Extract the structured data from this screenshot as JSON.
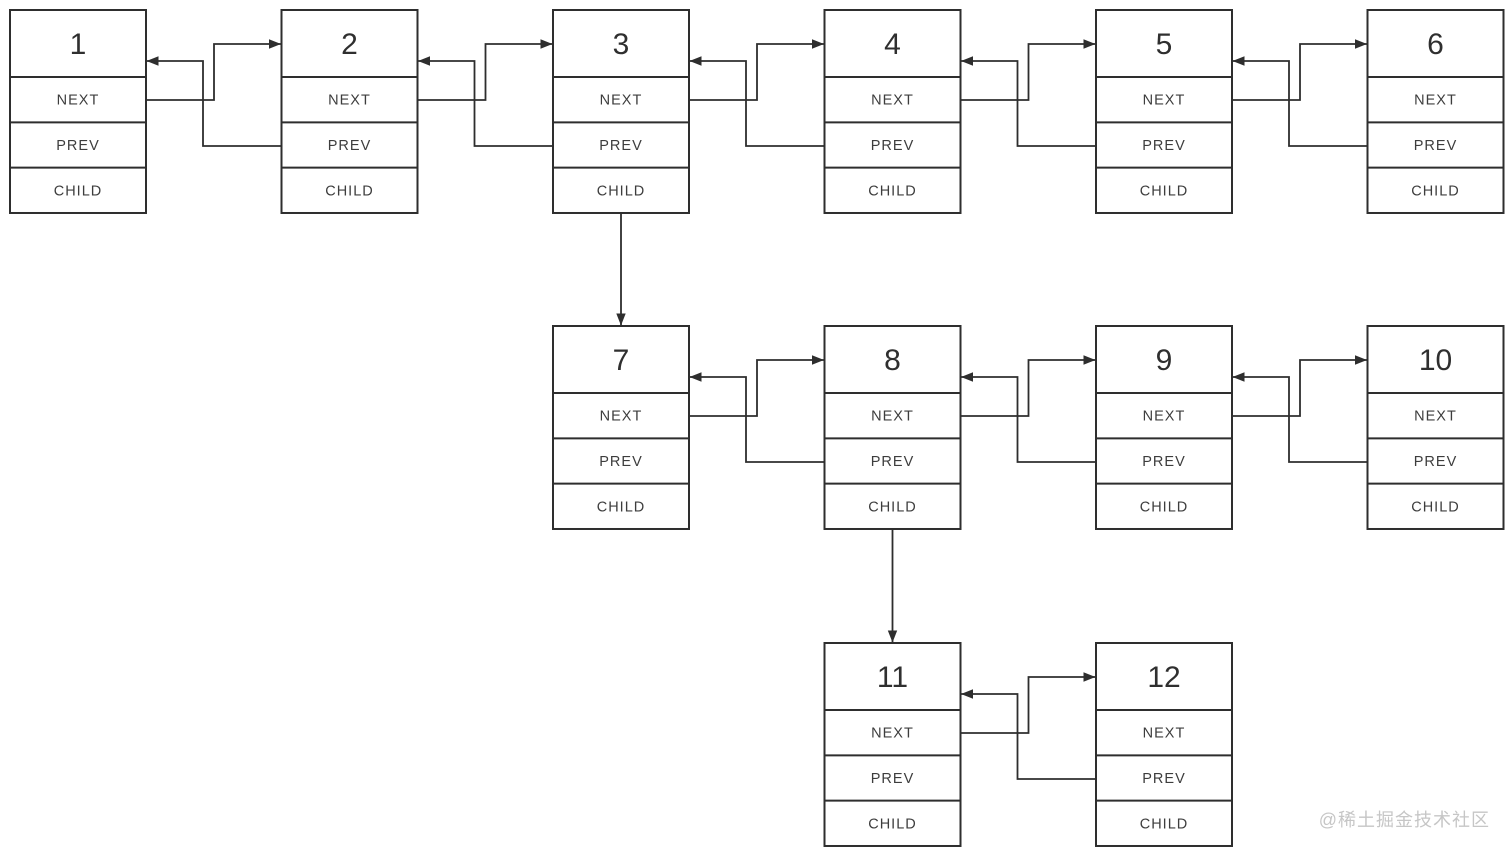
{
  "diagram": {
    "title": "multilevel-doubly-linked-list",
    "cell_labels": [
      "NEXT",
      "PREV",
      "CHILD"
    ],
    "nodes": [
      {
        "id": "1",
        "label": "1",
        "col": 0,
        "row": 0
      },
      {
        "id": "2",
        "label": "2",
        "col": 1,
        "row": 0
      },
      {
        "id": "3",
        "label": "3",
        "col": 2,
        "row": 0
      },
      {
        "id": "4",
        "label": "4",
        "col": 3,
        "row": 0
      },
      {
        "id": "5",
        "label": "5",
        "col": 4,
        "row": 0
      },
      {
        "id": "6",
        "label": "6",
        "col": 5,
        "row": 0
      },
      {
        "id": "7",
        "label": "7",
        "col": 2,
        "row": 1
      },
      {
        "id": "8",
        "label": "8",
        "col": 3,
        "row": 1
      },
      {
        "id": "9",
        "label": "9",
        "col": 4,
        "row": 1
      },
      {
        "id": "10",
        "label": "10",
        "col": 5,
        "row": 1
      },
      {
        "id": "11",
        "label": "11",
        "col": 3,
        "row": 2
      },
      {
        "id": "12",
        "label": "12",
        "col": 4,
        "row": 2
      }
    ],
    "next_links": [
      [
        "1",
        "2"
      ],
      [
        "2",
        "3"
      ],
      [
        "3",
        "4"
      ],
      [
        "4",
        "5"
      ],
      [
        "5",
        "6"
      ],
      [
        "7",
        "8"
      ],
      [
        "8",
        "9"
      ],
      [
        "9",
        "10"
      ],
      [
        "11",
        "12"
      ]
    ],
    "child_links": [
      [
        "3",
        "7"
      ],
      [
        "8",
        "11"
      ]
    ],
    "colors": {
      "stroke": "#2e2e2e",
      "box_fill": "#ffffff",
      "number_text": "#2f2f2f",
      "label_text": "#3d3d3d",
      "background": "#ffffff",
      "watermark": "#c6c6c6"
    }
  },
  "watermark": {
    "text": "@稀土掘金技术社区"
  }
}
